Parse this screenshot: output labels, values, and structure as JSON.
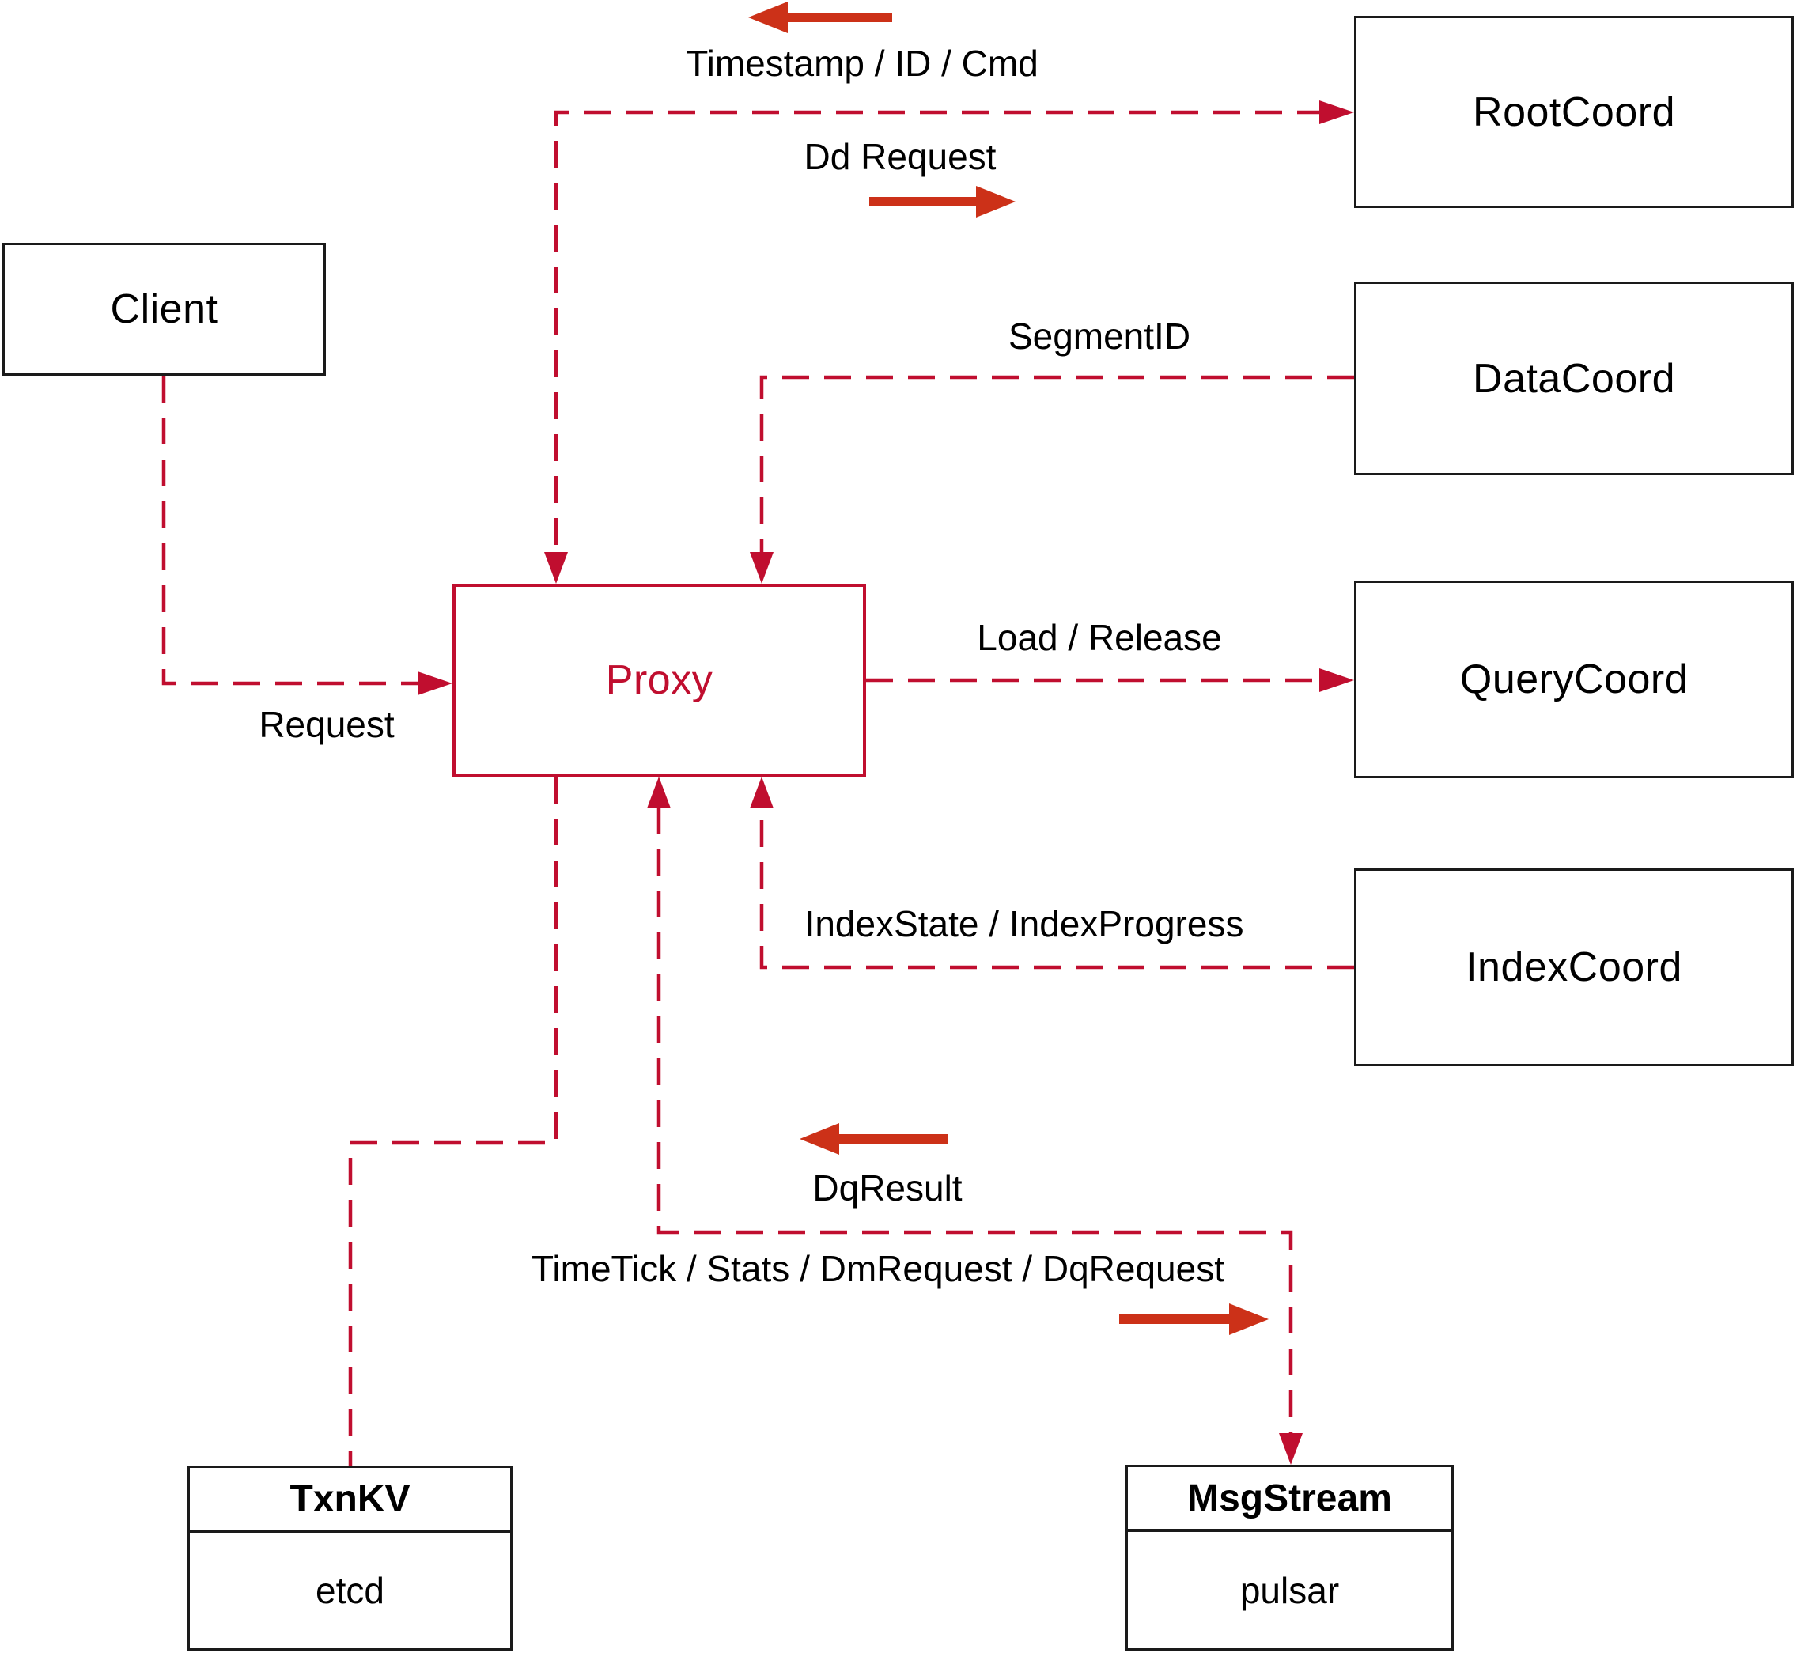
{
  "diagram": {
    "nodes": {
      "client": {
        "label": "Client"
      },
      "proxy": {
        "label": "Proxy"
      },
      "rootcoord": {
        "label": "RootCoord"
      },
      "datacoord": {
        "label": "DataCoord"
      },
      "querycoord": {
        "label": "QueryCoord"
      },
      "indexcoord": {
        "label": "IndexCoord"
      },
      "txnkv": {
        "title": "TxnKV",
        "subtitle": "etcd"
      },
      "msgstream": {
        "title": "MsgStream",
        "subtitle": "pulsar"
      }
    },
    "edge_labels": {
      "timestamp_id_cmd": "Timestamp / ID / Cmd",
      "dd_request": "Dd Request",
      "segment_id": "SegmentID",
      "load_release": "Load / Release",
      "index_state": "IndexState / IndexProgress",
      "request": "Request",
      "dq_result": "DqResult",
      "timetick": "TimeTick / Stats / DmRequest / DqRequest"
    },
    "colors": {
      "dashed_line": "#c00e2f",
      "solid_arrow": "#cc3118",
      "box_border": "#1a1a1a",
      "text": "#000000",
      "background": "#ffffff"
    }
  }
}
